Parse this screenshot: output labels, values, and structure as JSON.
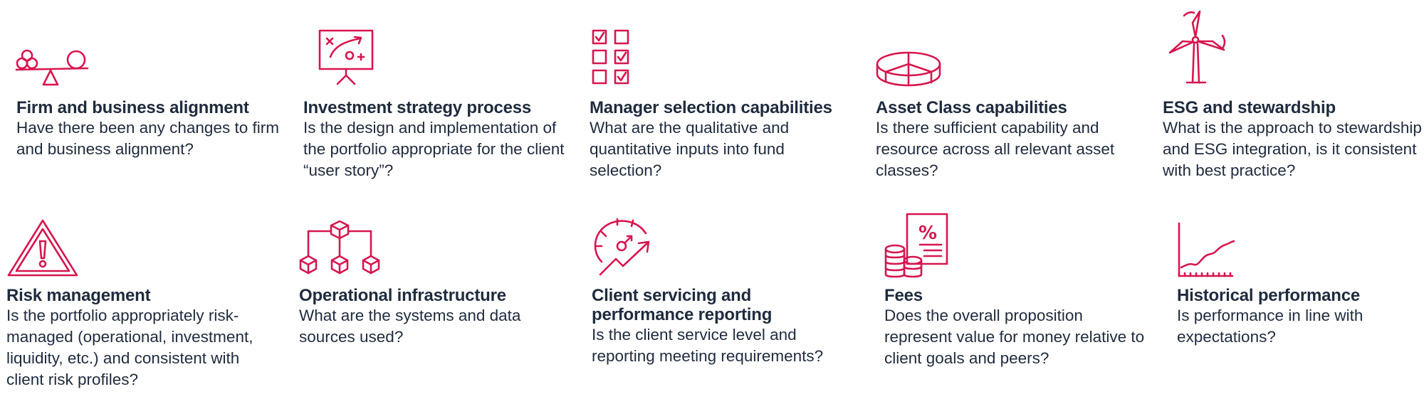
{
  "accent_color": "#d6164f",
  "text_color": "#1f2b3d",
  "row1": [
    {
      "icon": "balance-scale-icon",
      "title": "Firm and business alignment",
      "description": "Have there been any changes to firm and business alignment?"
    },
    {
      "icon": "strategy-board-icon",
      "title": "Investment strategy process",
      "description": "Is the design and implementation of the portfolio appropriate for the client “user story”?"
    },
    {
      "icon": "checkbox-grid-icon",
      "title": "Manager selection capabilities",
      "description": "What are the qualitative and quantitative inputs into fund selection?"
    },
    {
      "icon": "pie-chart-icon",
      "title": "Asset Class capabilities",
      "description": "Is there sufficient capability and resource across all relevant asset classes?"
    },
    {
      "icon": "wind-turbine-icon",
      "title": "ESG and stewardship",
      "description": "What is the approach to stewardship and ESG integration, is it consistent with best practice?"
    }
  ],
  "row2": [
    {
      "icon": "warning-triangle-icon",
      "title": "Risk management",
      "description": "Is the portfolio appropriately risk-managed (operational, investment, liquidity, etc.) and consistent with client risk profiles?"
    },
    {
      "icon": "network-cubes-icon",
      "title": "Operational infrastructure",
      "description": "What are the systems and data sources used?"
    },
    {
      "icon": "gauge-arrow-icon",
      "title": "Client servicing and performance reporting",
      "description": "Is the client service level and reporting meeting requirements?"
    },
    {
      "icon": "fees-coins-icon",
      "title": "Fees",
      "description": "Does the overall proposition represent value for money relative to client goals and peers?"
    },
    {
      "icon": "line-graph-icon",
      "title": "Historical performance",
      "description": "Is performance in line with expectations?"
    }
  ]
}
